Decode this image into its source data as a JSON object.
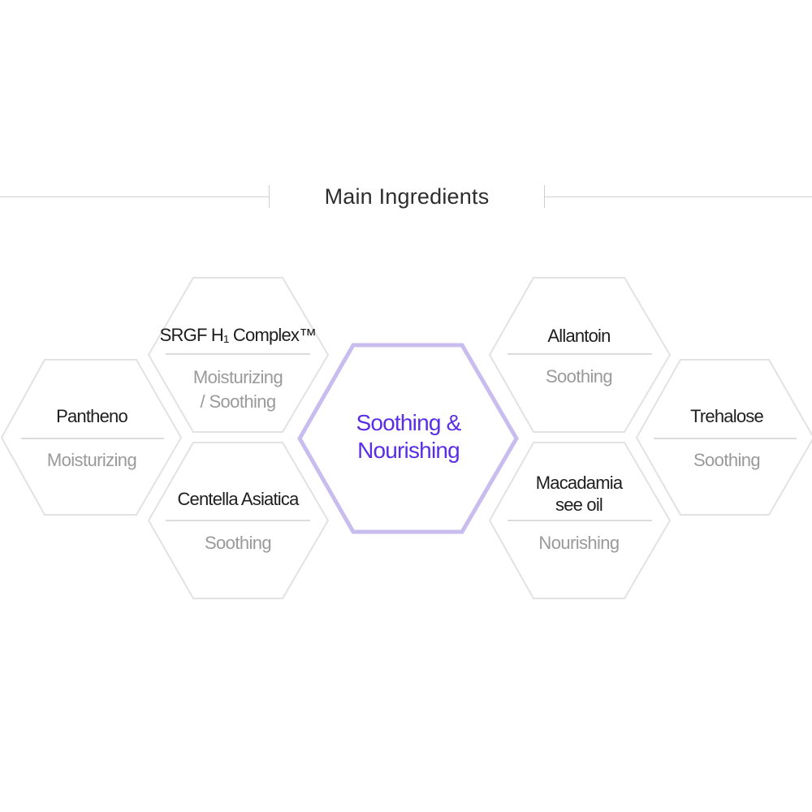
{
  "header": {
    "title": "Main Ingredients"
  },
  "center": {
    "label_line1": "Soothing &",
    "label_line2": "Nourishing"
  },
  "ingredients": [
    {
      "name": "Pantheno",
      "effect": "Moisturizing"
    },
    {
      "name": "SRGF H₁ Complex™",
      "effect_line1": "Moisturizing",
      "effect_line2": "/ Soothing"
    },
    {
      "name": "Centella Asiatica",
      "effect": "Soothing"
    },
    {
      "name": "Allantoin",
      "effect": "Soothing"
    },
    {
      "name_line1": "Macadamia",
      "name_line2": "see oil",
      "effect": "Nourishing"
    },
    {
      "name": "Trehalose",
      "effect": "Soothing"
    }
  ],
  "colors": {
    "hex_border": "#e2e2e2",
    "center_border": "#c9bcef",
    "center_text": "#5a2ee6",
    "name_text": "#1e1e1e",
    "effect_text": "#9a9a9a",
    "divider": "#dcdcdc"
  }
}
